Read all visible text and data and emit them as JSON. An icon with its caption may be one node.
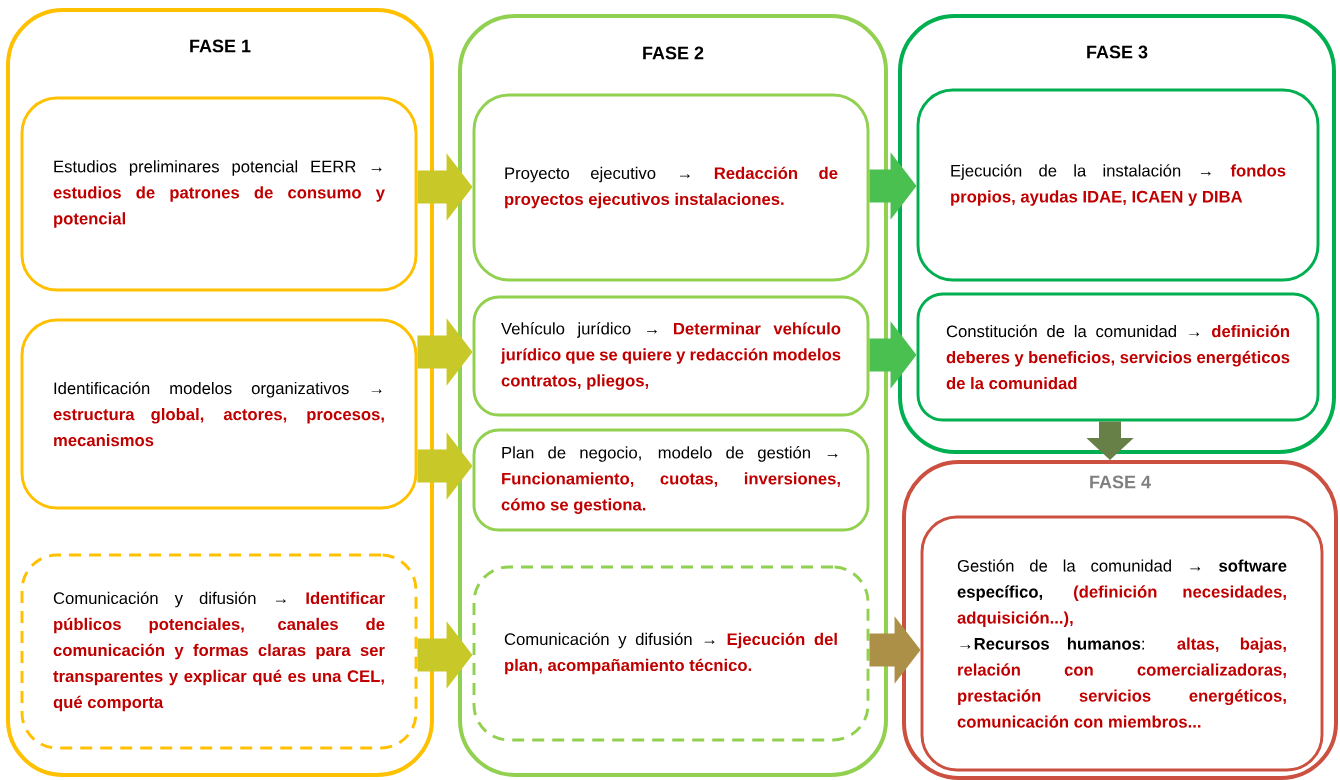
{
  "diagram": {
    "nodes": [
      {
        "text": [
          "FASE 1"
        ]
      },
      {
        "text": [
          "Estudios preliminares potencial EERR →",
          "estudios de patrones de consumo y potencial"
        ],
        "in": 0
      },
      {
        "text": [
          "Identificación modelos organizativos →",
          "estructura global, actores, procesos, mecanismos"
        ],
        "in": 0
      },
      {
        "text": [
          "Comunicación y difusión →",
          "Identificar públicos potenciales, canales de comunicación y formas claras para ser transparentes y explicar qué es una CEL, qué comporta"
        ],
        "in": 0
      },
      {
        "text": [
          "FASE 2"
        ]
      },
      {
        "text": [
          "Proyecto ejecutivo →",
          "Redacción de proyectos ejecutivos instalaciones."
        ],
        "in": 4
      },
      {
        "text": [
          "Vehículo jurídico →",
          "Determinar vehículo jurídico que se quiere y redacción modelos contratos, pliegos,"
        ],
        "in": 4
      },
      {
        "text": [
          "Plan de negocio, modelo de gestión →",
          "Funcionamiento, cuotas, inversiones, cómo se gestiona."
        ],
        "in": 4
      },
      {
        "text": [
          "Comunicación y difusión →",
          "Ejecución del plan, acompañamiento técnico."
        ],
        "in": 4
      },
      {
        "text": [
          "FASE 3"
        ]
      },
      {
        "text": [
          "Ejecución de la instalación →",
          "fondos propios, ayudas IDAE, ICAEN y DIBA"
        ],
        "in": 9
      },
      {
        "text": [
          "Constitución de la comunidad →",
          "definición deberes y beneficios, servicios energéticos de la comunidad"
        ],
        "in": 9
      },
      {
        "text": [
          "FASE 4"
        ]
      },
      {
        "text": [
          "Gestión de la comunidad → **software específico,**",
          "(definición necesidades, adquisición...),",
          "→**Recursos humanos**:",
          "altas, bajas, relación con comercializadoras, prestación servicios energéticos, comunicación con miembros..."
        ],
        "in": 12
      }
    ],
    "edges": [
      {
        "from": 1,
        "to": 5,
        "arrow": "to",
        "color": "#c8c828"
      },
      {
        "from": 2,
        "to": 6,
        "arrow": "to",
        "color": "#c8c828"
      },
      {
        "from": 2,
        "to": 7,
        "arrow": "to",
        "color": "#c8c828"
      },
      {
        "from": 3,
        "to": 8,
        "arrow": "to",
        "color": "#c8c828"
      },
      {
        "from": 5,
        "to": 10,
        "arrow": "to",
        "color": "#49c050"
      },
      {
        "from": 6,
        "to": 11,
        "arrow": "to",
        "color": "#49c050"
      },
      {
        "from": 8,
        "to": 13,
        "arrow": "to",
        "color": "#ad9048"
      },
      {
        "from": 11,
        "to": 12,
        "arrow": "to",
        "color": "#668048"
      }
    ]
  }
}
